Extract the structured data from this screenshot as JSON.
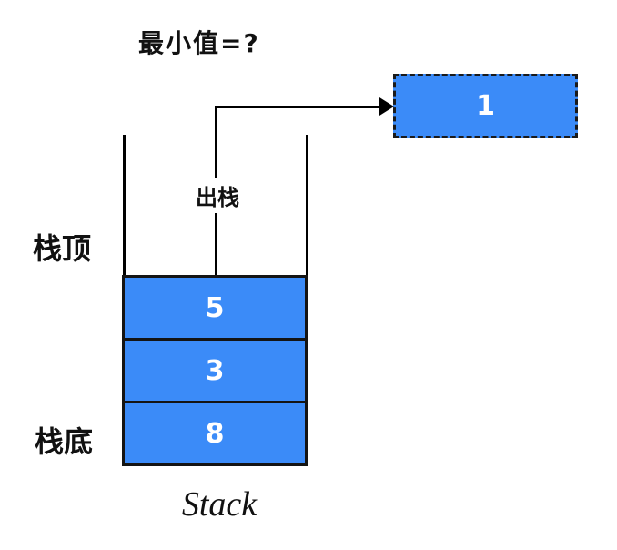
{
  "title": "最小值=?",
  "colors": {
    "box_fill": "#3b8bf8",
    "line": "#000000",
    "cell_border": "#141414",
    "value_text": "#ffffff",
    "label_text": "#111111"
  },
  "popped_box": {
    "value": "1",
    "border_style": "dashed"
  },
  "pop_arrow": {
    "label": "出栈"
  },
  "stack": {
    "caption": "Stack",
    "top_label": "栈顶",
    "bottom_label": "栈底",
    "cells": [
      {
        "value": "5"
      },
      {
        "value": "3"
      },
      {
        "value": "8"
      }
    ]
  }
}
